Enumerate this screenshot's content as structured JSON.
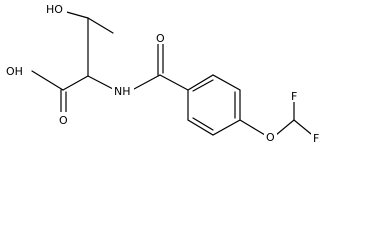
{
  "atoms": {
    "ho": "HO",
    "oh": "OH",
    "o_acid": "O",
    "nh": "NH",
    "o_amide": "O",
    "o_ether": "O",
    "f1": "F",
    "f2": "F"
  }
}
